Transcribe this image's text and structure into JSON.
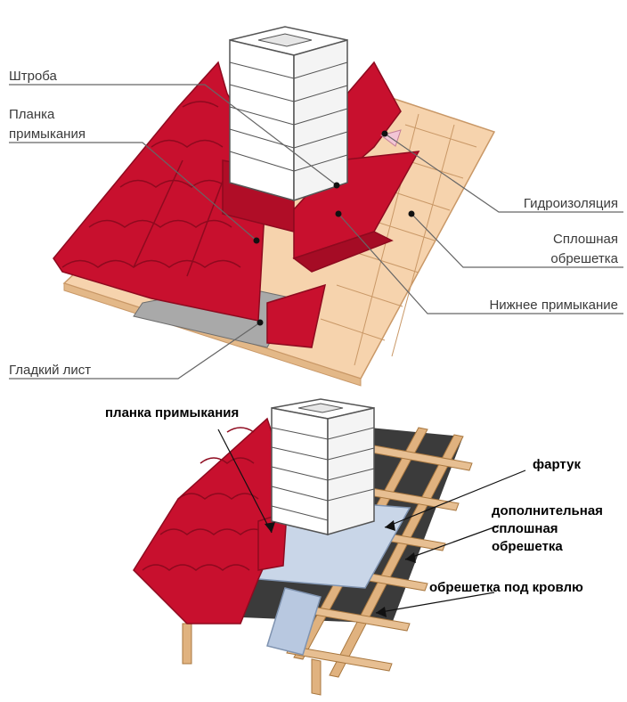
{
  "colors": {
    "tile_red": "#c8102e",
    "tile_dark": "#8e0a1f",
    "wood": "#f6d3ad",
    "wood_edge": "#c99867",
    "brick_fill": "#ffffff",
    "brick_line": "#555555",
    "steel": "#c9d6e8",
    "leader": "#666666",
    "membrane": "#3b3b3b"
  },
  "top_diagram": {
    "labels": {
      "chase": "Штроба",
      "junction_strip_1": "Планка",
      "junction_strip_2": "примыкания",
      "waterproofing": "Гидроизоляция",
      "solid_sheathing_1": "Сплошная",
      "solid_sheathing_2": "обрешетка",
      "lower_junction": "Нижнее примыкание",
      "smooth_sheet": "Гладкий лист"
    }
  },
  "bottom_diagram": {
    "labels": {
      "junction_strip": "планка примыкания",
      "apron": "фартук",
      "extra_sheathing_1": "дополнительная",
      "extra_sheathing_2": "сплошная",
      "extra_sheathing_3": "обрешетка",
      "roof_battens": "обрешетка под кровлю"
    }
  }
}
